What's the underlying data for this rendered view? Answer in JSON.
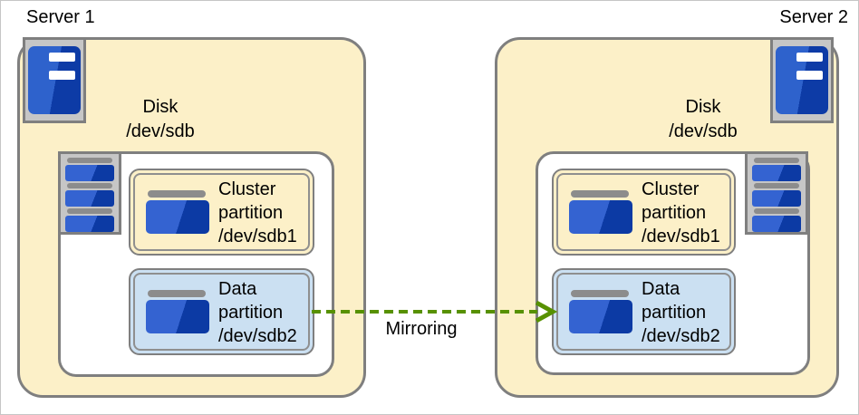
{
  "mirroring": {
    "label": "Mirroring"
  },
  "servers": [
    {
      "name": "Server 1",
      "disk": {
        "label": "Disk",
        "device": "/dev/sdb"
      },
      "partitions": [
        {
          "lines": [
            "Cluster",
            "partition"
          ],
          "device": "/dev/sdb1",
          "type": "cluster"
        },
        {
          "lines": [
            "Data",
            "partition"
          ],
          "device": "/dev/sdb2",
          "type": "data"
        }
      ]
    },
    {
      "name": "Server 2",
      "disk": {
        "label": "Disk",
        "device": "/dev/sdb"
      },
      "partitions": [
        {
          "lines": [
            "Cluster",
            "partition"
          ],
          "device": "/dev/sdb1",
          "type": "cluster"
        },
        {
          "lines": [
            "Data",
            "partition"
          ],
          "device": "/dev/sdb2",
          "type": "data"
        }
      ]
    }
  ],
  "icons": {
    "server": "server-tower-icon",
    "disk_stack": "disk-stack-icon",
    "partition": "disk-partition-icon"
  },
  "colors": {
    "server_fill": "#FCF0C8",
    "cluster_partition_fill": "#FCF0C8",
    "data_partition_fill": "#CBE0F2",
    "border_gray": "#7F7F7F",
    "icon_box_fill": "#C6C6C6",
    "icon_blue_light": "#3463D1",
    "icon_blue_dark": "#0C3AA4",
    "arrow_green": "#579100"
  }
}
